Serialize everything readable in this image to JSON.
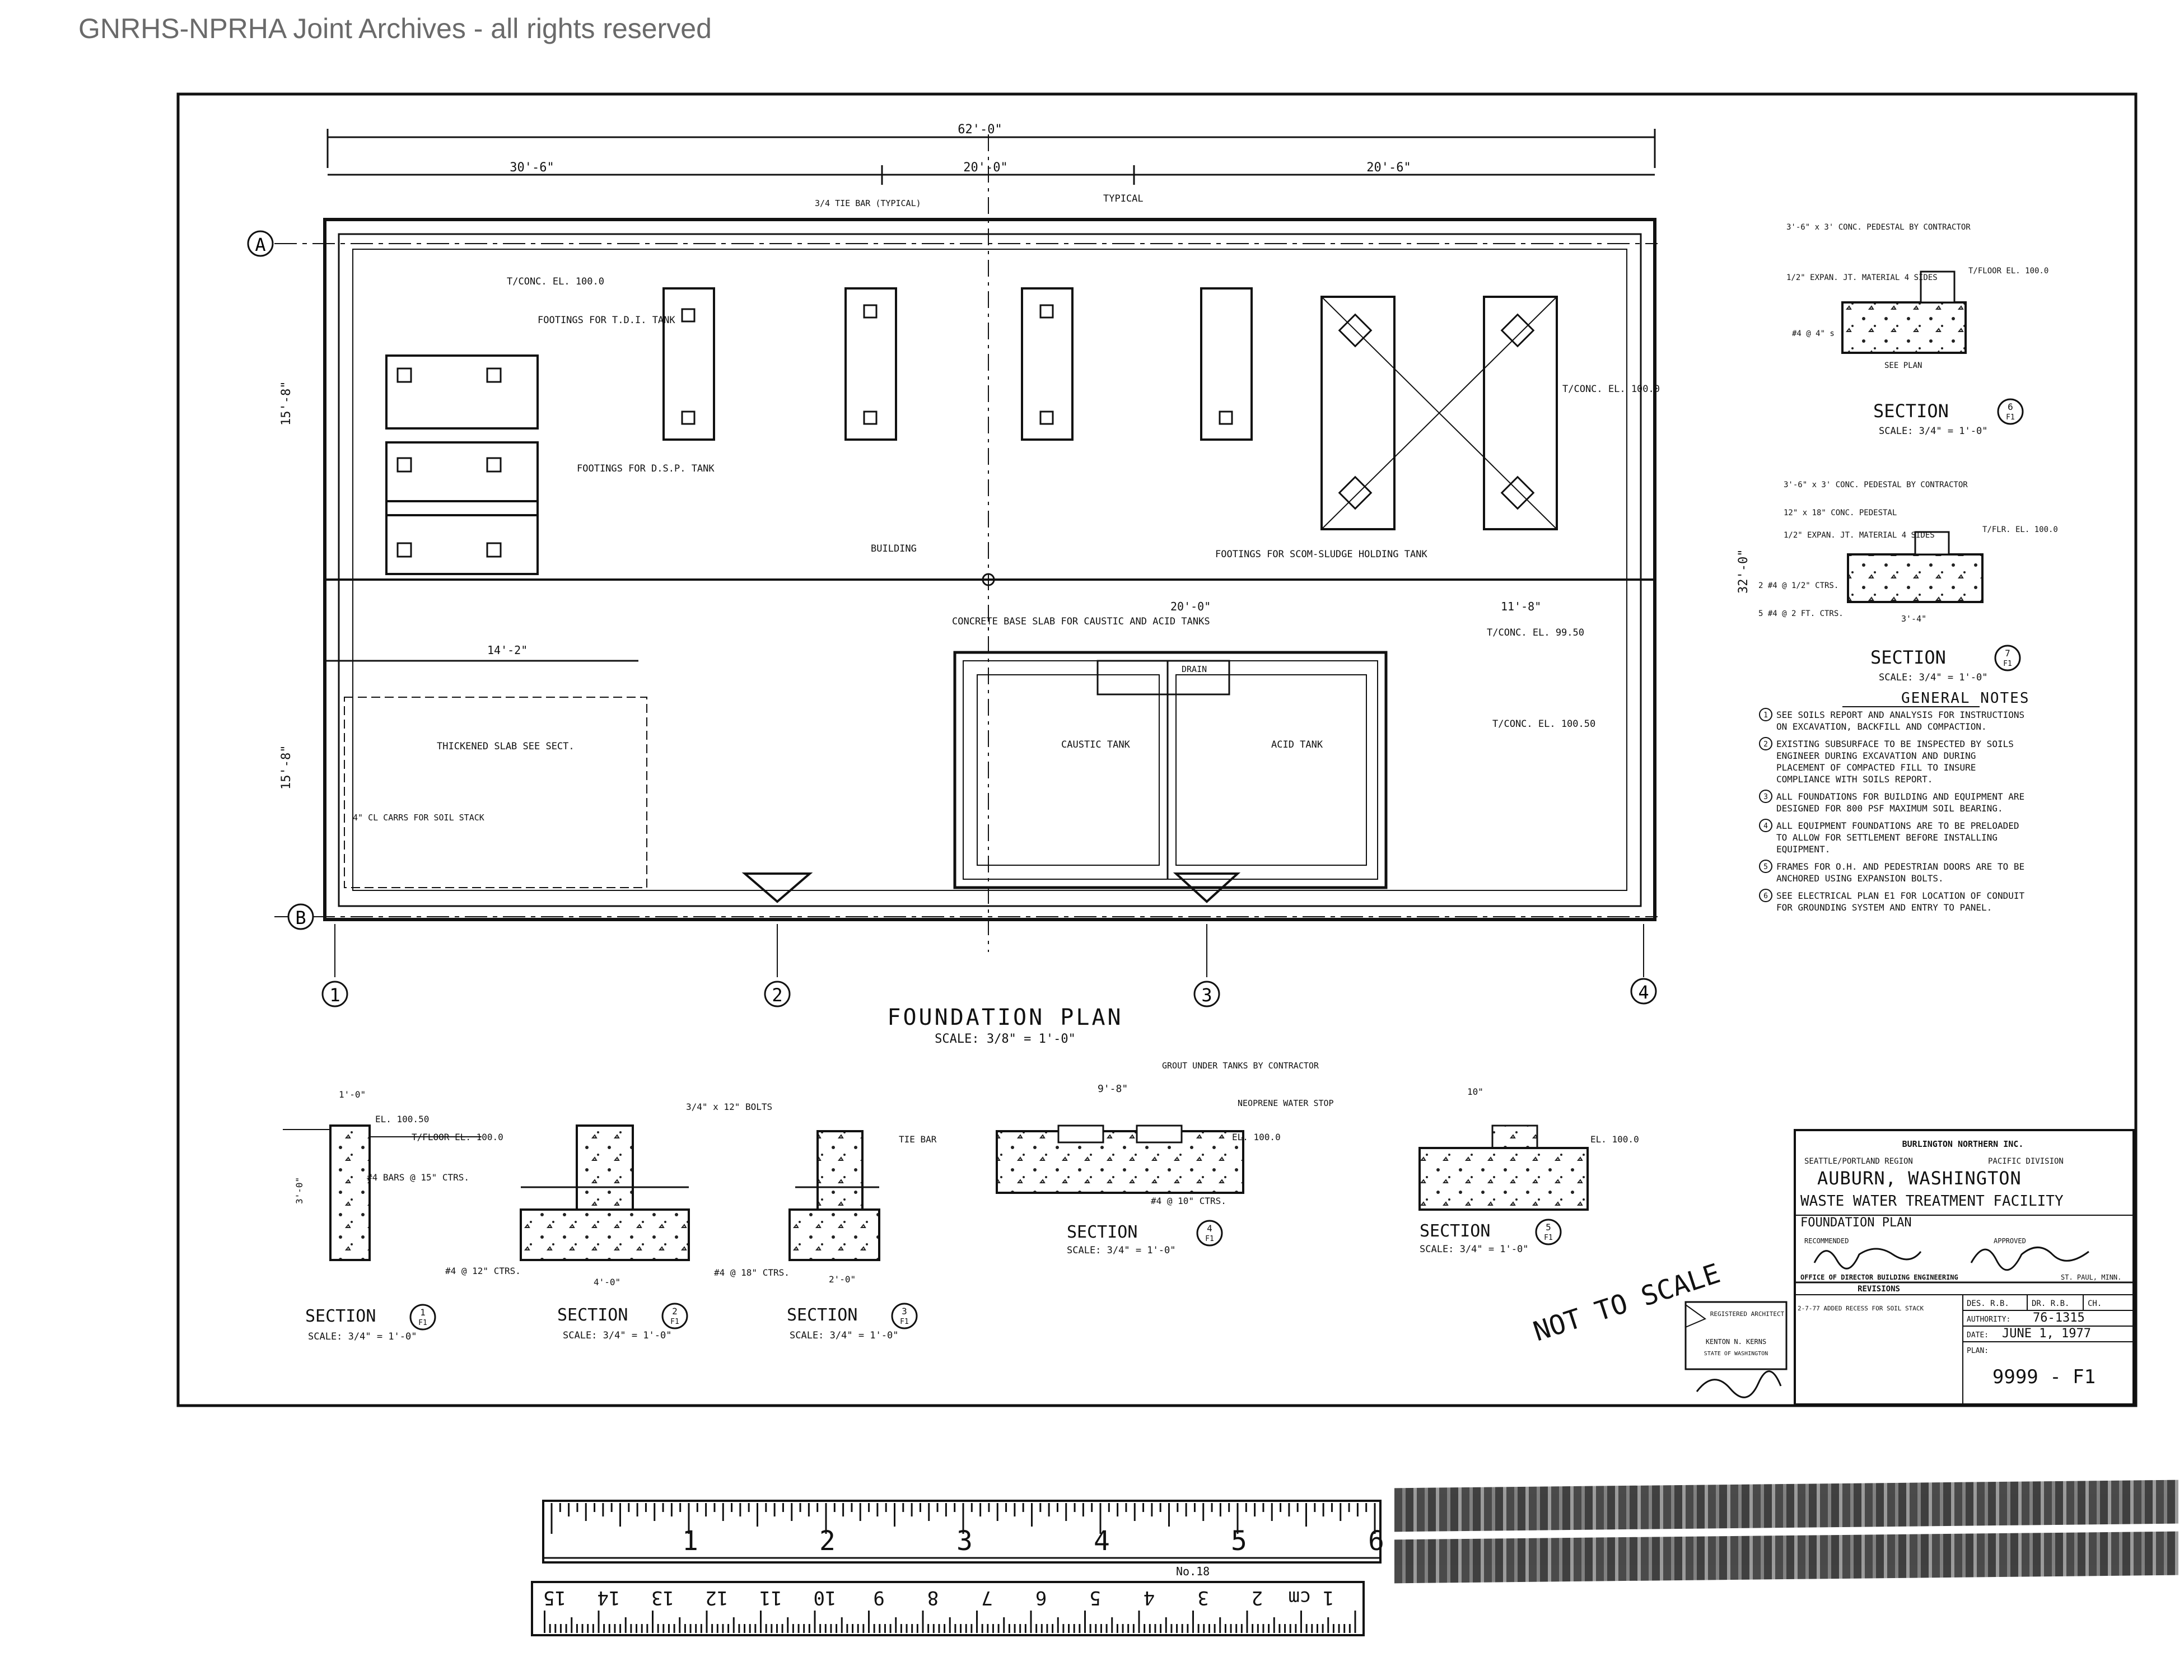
{
  "watermark": "GNRHS-NPRHA Joint Archives - all rights reserved",
  "plan": {
    "title": "FOUNDATION PLAN",
    "scale": "SCALE: 3/8\" = 1'-0\"",
    "overall_width": "62'-0\"",
    "dim_left": "30'-6\"",
    "dim_mid": "20'-0\"",
    "dim_right": "20'-6\"",
    "dim_left_height_top": "15'-8\"",
    "dim_left_height_bottom": "15'-8\"",
    "dim_right_height": "32'-0\"",
    "gridlines": {
      "a": "A",
      "b": "B",
      "g1": "1",
      "g2": "2",
      "g3": "3",
      "g4": "4"
    },
    "labels": {
      "footings_tdi": "FOOTINGS FOR T.D.I. TANK",
      "footings_dsp": "FOOTINGS FOR D.S.P. TANK",
      "footings_sludge": "FOOTINGS FOR SCOM-SLUDGE HOLDING TANK",
      "concrete_slab": "CONCRETE BASE SLAB FOR CAUSTIC AND ACID TANKS",
      "thickened_slab": "THICKENED SLAB SEE SECT.",
      "soil_stack": "4\" CL CARRS FOR SOIL STACK",
      "caustic_tank": "CAUSTIC TANK",
      "acid_tank": "ACID TANK",
      "drain": "DRAIN",
      "tconc_993": "T/CONC. EL. 99.50",
      "tconc_1005": "T/CONC. EL. 100.50",
      "tconc_100": "T/CONC. EL. 100.0",
      "tconc_right": "T/CONC. EL. 100.0",
      "typical": "TYPICAL",
      "tie_bar": "3/4 TIE BAR (TYPICAL)",
      "building": "BUILDING",
      "d_20_0": "20'-0\"",
      "d_11_8": "11'-8\"",
      "d_14_2": "14'-2\""
    }
  },
  "sections": [
    {
      "id": "s1",
      "title": "SECTION",
      "num": "1",
      "sheet": "F1",
      "scale": "SCALE: 3/4\" = 1'-0\"",
      "note": "#4 BARS @ 15\" CTRS.",
      "el": "EL. 100.50",
      "floor": "T/FLOOR EL. 100.0",
      "dim": "3'-0\"",
      "w": "1'-0\""
    },
    {
      "id": "s2",
      "title": "SECTION",
      "num": "2",
      "sheet": "F1",
      "scale": "SCALE: 3/4\" = 1'-0\"",
      "note": "#4 @ 12\" CTRS.",
      "bolts": "3/4\" x 12\" BOLTS",
      "w": "4'-0\""
    },
    {
      "id": "s3",
      "title": "SECTION",
      "num": "3",
      "sheet": "F1",
      "scale": "SCALE: 3/4\" = 1'-0\"",
      "note": "#4 @ 18\" CTRS.",
      "tie": "TIE BAR",
      "w": "2'-0\""
    },
    {
      "id": "s4",
      "title": "SECTION",
      "num": "4",
      "sheet": "F1",
      "scale": "SCALE: 3/4\" = 1'-0\"",
      "grout": "GROUT UNDER TANKS BY CONTRACTOR",
      "neo": "NEOPRENE WATER STOP",
      "el": "EL. 100.0",
      "ctrs": "#4 @ 10\" CTRS.",
      "w": "9'-8\""
    },
    {
      "id": "s5",
      "title": "SECTION",
      "num": "5",
      "sheet": "F1",
      "scale": "SCALE: 3/4\" = 1'-0\"",
      "el": "EL. 100.0",
      "w": "10\""
    },
    {
      "id": "s6",
      "title": "SECTION",
      "num": "6",
      "sheet": "F1",
      "scale": "SCALE: 3/4\" = 1'-0\"",
      "ped": "3'-6\" x 3' CONC. PEDESTAL BY CONTRACTOR",
      "exp": "1/2\" EXPAN. JT. MATERIAL 4 SIDES",
      "floor": "T/FLOOR EL. 100.0",
      "bars": "#4 @ 4\" s",
      "see": "SEE PLAN"
    },
    {
      "id": "s7",
      "title": "SECTION",
      "num": "7",
      "sheet": "F1",
      "scale": "SCALE: 3/4\" = 1'-0\"",
      "ped": "3'-6\" x 3' CONC. PEDESTAL BY CONTRACTOR",
      "ped2": "12\" x 18\" CONC. PEDESTAL",
      "exp": "1/2\" EXPAN. JT. MATERIAL 4 SIDES",
      "flr": "T/FLR. EL. 100.0",
      "bars": "2 #4 @ 1/2\" CTRS.",
      "bars2": "5 #4 @ 2 FT. CTRS.",
      "w": "3'-4\""
    }
  ],
  "general_notes": {
    "title": "GENERAL NOTES",
    "items": [
      "SEE SOILS REPORT AND ANALYSIS FOR INSTRUCTIONS ON EXCAVATION, BACKFILL AND COMPACTION.",
      "EXISTING SUBSURFACE TO BE INSPECTED BY SOILS ENGINEER DURING EXCAVATION AND DURING PLACEMENT OF COMPACTED FILL TO INSURE COMPLIANCE WITH SOILS REPORT.",
      "ALL FOUNDATIONS FOR BUILDING AND EQUIPMENT ARE DESIGNED FOR 800 PSF MAXIMUM SOIL BEARING.",
      "ALL EQUIPMENT FOUNDATIONS ARE TO BE PRELOADED TO ALLOW FOR SETTLEMENT BEFORE INSTALLING EQUIPMENT.",
      "FRAMES FOR O.H. AND PEDESTRIAN DOORS ARE TO BE ANCHORED USING EXPANSION BOLTS.",
      "SEE ELECTRICAL PLAN E1 FOR LOCATION OF CONDUIT FOR GROUNDING SYSTEM AND ENTRY TO PANEL."
    ]
  },
  "title_block": {
    "company": "BURLINGTON NORTHERN INC.",
    "region_label": "SEATTLE/PORTLAND REGION",
    "division_label": "PACIFIC DIVISION",
    "location": "AUBURN, WASHINGTON",
    "project": "WASTE WATER TREATMENT FACILITY",
    "sheet_title": "FOUNDATION PLAN",
    "recommended": "RECOMMENDED",
    "approved": "APPROVED",
    "office": "OFFICE OF DIRECTOR BUILDING ENGINEERING",
    "city": "ST. PAUL, MINN.",
    "revisions": "REVISIONS",
    "revision_note": "2-7-77 ADDED RECESS FOR SOIL STACK",
    "des": "DES. R.B.",
    "dr": "DR. R.B.",
    "ch": "CH.",
    "authority_label": "AUTHORITY:",
    "authority": "76-1315",
    "date_label": "DATE:",
    "date": "JUNE 1, 1977",
    "plan_label": "PLAN:",
    "plan_no": "9999 - F1",
    "not_to_scale": "NOT TO SCALE",
    "architect_seal": "REGISTERED ARCHITECT",
    "architect_name": "KENTON N. KERNS",
    "architect_state": "STATE OF WASHINGTON"
  },
  "ruler": {
    "inch_marks": [
      "1",
      "2",
      "3",
      "4",
      "5",
      "6"
    ],
    "cm_marks": [
      "1 cm",
      "2",
      "3",
      "4",
      "5",
      "6",
      "7",
      "8",
      "9",
      "10",
      "11",
      "12",
      "13",
      "14",
      "15"
    ],
    "model": "No.18"
  }
}
